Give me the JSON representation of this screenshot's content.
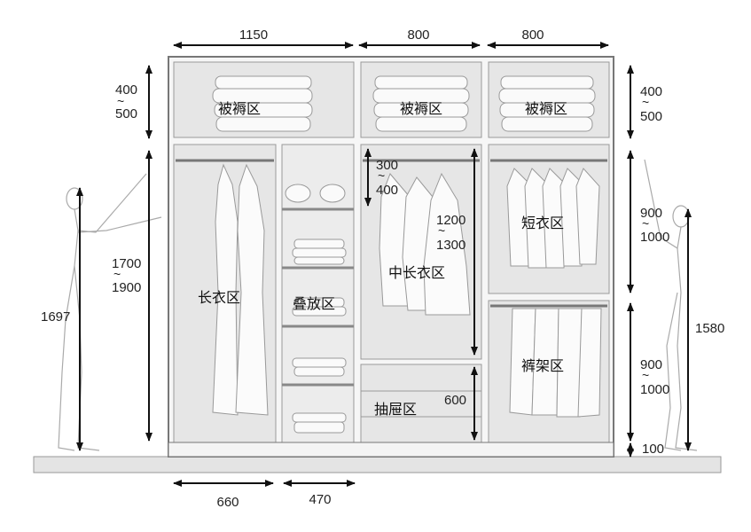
{
  "top_widths": [
    "1150",
    "800",
    "800"
  ],
  "bottom_widths": [
    "660",
    "470"
  ],
  "left_heights": {
    "top_a": "400",
    "top_b": "500",
    "mid_a": "1700",
    "mid_b": "1900",
    "person": "1697"
  },
  "right_heights": {
    "top_a": "400",
    "top_b": "500",
    "short_a": "900",
    "short_b": "1000",
    "pants_a": "900",
    "pants_b": "1000",
    "base": "100",
    "person": "1580"
  },
  "inner_dims": {
    "hang_a": "300",
    "hang_b": "400",
    "mid_a": "1200",
    "mid_b": "1300",
    "drawer": "600"
  },
  "zones": {
    "quilt_1": "被褥区",
    "quilt_2": "被褥区",
    "quilt_3": "被褥区",
    "long": "长衣区",
    "fold": "叠放区",
    "medium": "中长衣区",
    "drawer": "抽屉区",
    "short": "短衣区",
    "pants": "裤架区"
  },
  "tilde": "~",
  "colors": {
    "panel": "#e9e9e9",
    "frame": "#8a8a8a",
    "arrow": "#111111",
    "floor": "#d9d9d9"
  }
}
